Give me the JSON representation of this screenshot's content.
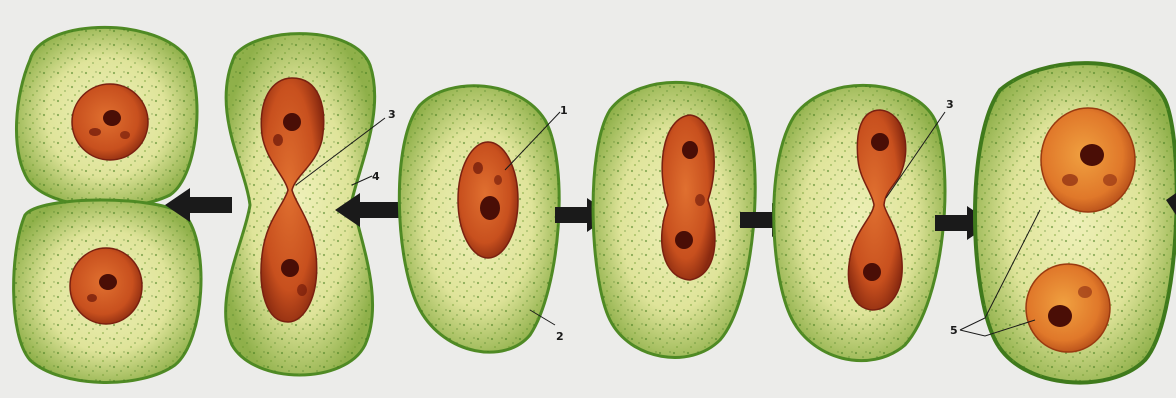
{
  "diagram": {
    "kind": "direct cell division (amitosis) illustration",
    "colors": {
      "background": "#ececea",
      "cytoplasm_fill": "#dfe49a",
      "cytoplasm_edge": "#4f8a24",
      "nucleus_fill": "#c8501e",
      "nucleus_dark": "#6a1608",
      "nucleolus": "#4a0e06",
      "arrow": "#1a1a1a"
    },
    "labels": {
      "nucleus_1": "1",
      "cytoplasm_2": "2",
      "constriction_3a": "3",
      "constriction_3b": "3",
      "cell_wall_4": "4",
      "daughter_nuclei_5": "5"
    },
    "arrows": [
      {
        "direction": "left"
      },
      {
        "direction": "left"
      },
      {
        "direction": "right"
      },
      {
        "direction": "right"
      },
      {
        "direction": "right"
      }
    ]
  }
}
